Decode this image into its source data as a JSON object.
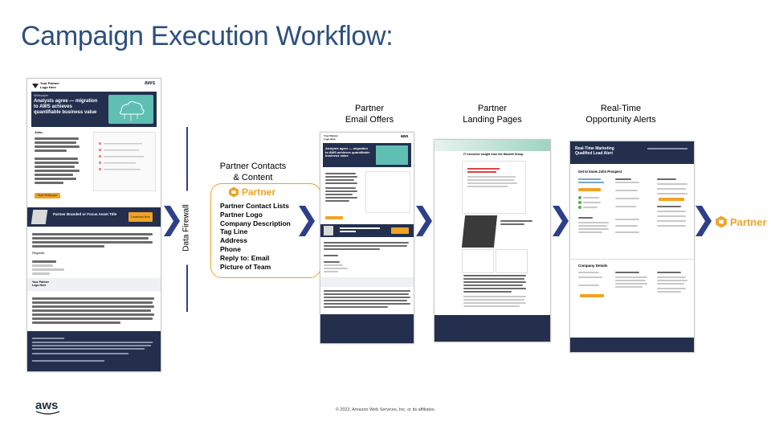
{
  "title": "Campaign Execution Workflow:",
  "data_firewall_label": "Data Firewall",
  "partner_contacts": {
    "heading_line1": "Partner Contacts",
    "heading_line2": "& Content",
    "logo_text": "Partner",
    "items": [
      "Partner Contact Lists",
      "Partner Logo",
      "Company Description",
      "Tag Line",
      "Address",
      "Phone",
      "Reply to: Email",
      "Picture of Team"
    ]
  },
  "stages": [
    {
      "line1": "Partner",
      "line2": "Email Offers"
    },
    {
      "line1": "Partner",
      "line2": "Landing Pages"
    },
    {
      "line1": "Real-Time",
      "line2": "Opportunity Alerts"
    }
  ],
  "final_logo_text": "Partner",
  "footer": "© 2022, Amazon Web Services, Inc. or its affiliates.",
  "aws_logo": "aws",
  "email_mock": {
    "partner_logo_line1": "Your Partner",
    "partner_logo_line2": "Logo Here",
    "aws": "aws",
    "tag": "Whitepaper",
    "headline": "Analysts agree — migration to AWS achieves quantifiable business value",
    "greeting": "John,",
    "cta": "Read Whitepaper",
    "banner": "Partner Branded or Focus Asset Title",
    "banner_cta": "Download Now",
    "regards": "Regards,"
  },
  "alert_mock": {
    "header": "Real-Time Marketing Qualified Lead Alert",
    "subheader": "Get to know John Prospect",
    "company_details": "Company Details"
  },
  "landing_mock": {
    "headline": "IT executive insight from the Hackett Group"
  },
  "colors": {
    "title": "#2d4f7e",
    "arrow": "#2d3f8a",
    "accent": "#f0a326",
    "navy": "#232f4d"
  }
}
